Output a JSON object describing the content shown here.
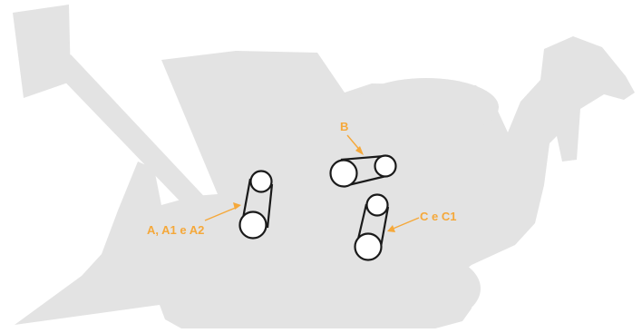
{
  "colors": {
    "silhouette": "#e3e3e3",
    "accent": "#f5a83a",
    "belt": "#1a1a1a"
  },
  "labels": {
    "b": "B",
    "a": "A, A1 e A2",
    "c": "C e C1"
  }
}
